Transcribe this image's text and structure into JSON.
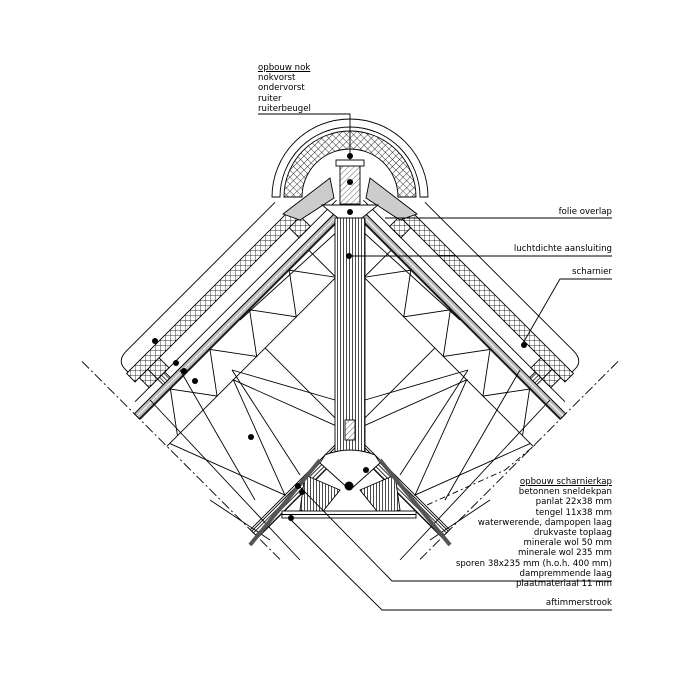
{
  "ridge_labels": {
    "heading": "opbouw nok",
    "items": [
      "nokvorst",
      "ondervorst",
      "ruiter",
      "ruiterbeugel"
    ]
  },
  "callouts": {
    "foil": "folie overlap",
    "airtight": "luchtdichte aansluiting",
    "hinge": "scharnier",
    "trim": "aftimmerstrook"
  },
  "hinge_roof_labels": {
    "heading": "opbouw scharnierkap",
    "items": [
      "betonnen sneldekpan",
      "panlat 22x38 mm",
      "tengel 11x38 mm",
      "waterwerende, dampopen laag",
      "drukvaste toplaag",
      "minerale wol 50 mm",
      "minerale wol 235 mm",
      "sporen 38x235 mm (h.o.h. 400 mm)",
      "dampremmende laag",
      "plaatmateriaal 11 mm"
    ]
  }
}
